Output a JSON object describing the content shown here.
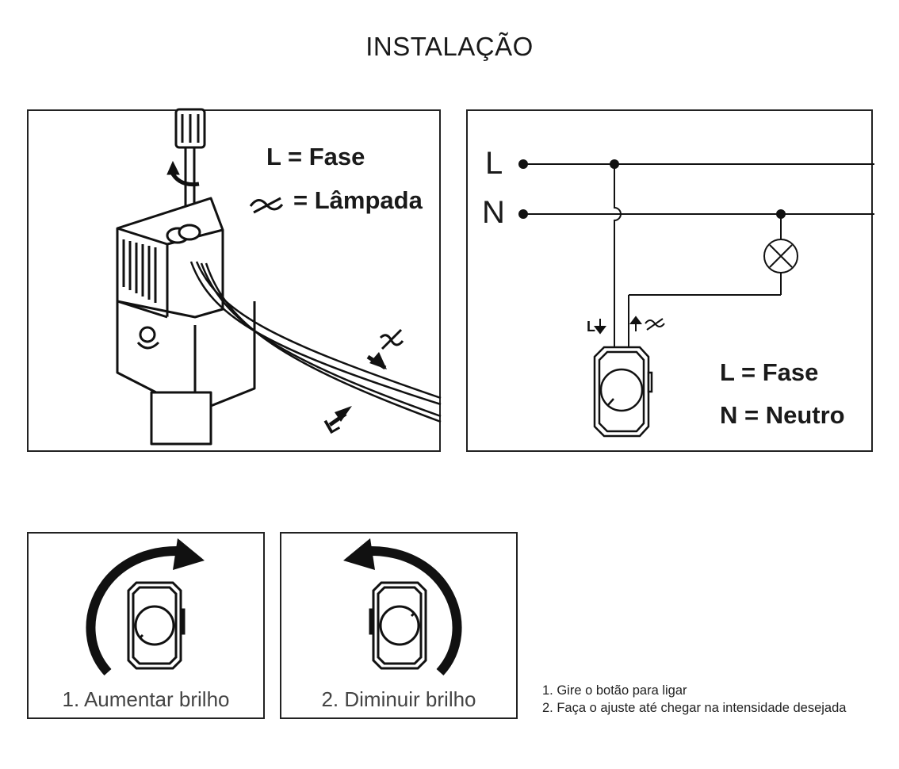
{
  "title": "INSTALAÇÃO",
  "installation": {
    "legend_fase": "L  = Fase",
    "legend_lampada": "= Lâmpada",
    "wire_lamp_icon": "lamp-symbol-icon",
    "wire_phase_letter": "L"
  },
  "schematic": {
    "line_L": "L",
    "line_N": "N",
    "terminal_L": "L",
    "legend_fase": "L  = Fase",
    "legend_neutro": "N = Neutro"
  },
  "steps": {
    "increase_caption": "1. Aumentar brilho",
    "decrease_caption": "2. Diminuir brilho"
  },
  "notes": [
    "1. Gire o botão para ligar",
    "2. Faça o ajuste até chegar na intensidade desejada"
  ]
}
